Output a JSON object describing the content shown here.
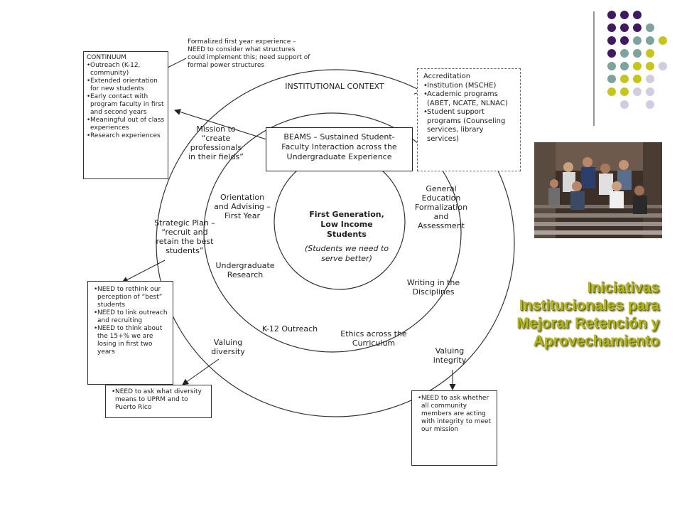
{
  "title_lines": [
    "Iniciativas",
    "Institucionales para",
    "Mejorar Retención y",
    "Aprovechamiento"
  ],
  "colors": {
    "title": "#b3b819",
    "dot_purple": "#3f1a5e",
    "dot_teal": "#7ea39f",
    "dot_yellow": "#c4c51d",
    "dot_lavender": "#d0cde3"
  },
  "diagram": {
    "institutional_context": "INSTITUTIONAL CONTEXT",
    "beams": "BEAMS – Sustained Student-Faculty Interaction across the Undergraduate Experience",
    "center_title": "First Generation, Low Income Students",
    "center_sub": "(Students we need to serve better)",
    "mission": "Mission to “create professionals in their fields”",
    "strategic": "Strategic Plan – “recruit and retain the best students”",
    "valuing_diversity": "Valuing diversity",
    "valuing_integrity": "Valuing integrity",
    "inner": {
      "orientation": "Orientation and Advising – First Year",
      "research": "Undergraduate Research",
      "k12": "K-12 Outreach",
      "ethics": "Ethics across the Curriculum",
      "writing": "Writing in the Disciplines",
      "gened": "General Education Formalization and Assessment"
    }
  },
  "first_year_note": "Formalized first year experience – NEED to consider what structures could implement this; need support of formal power structures",
  "continuum": {
    "title": "CONTINUUM",
    "items": [
      "Outreach (K-12, community)",
      "Extended orientation for new students",
      "Early contact with program faculty in first and second years",
      "Meaningful out of class experiences",
      "Research experiences"
    ]
  },
  "accreditation": {
    "title": "Accreditation",
    "items": [
      "Institution (MSCHE)",
      "Academic programs (ABET, NCATE, NLNAC)",
      "Student support programs (Counseling services, library services)"
    ]
  },
  "need_best": [
    "NEED to rethink our perception of “best” students",
    "NEED to link outreach and recruiting",
    "NEED to think about the 15+% we are losing in first two years"
  ],
  "need_diversity": "NEED to ask what diversity means to UPRM and to Puerto Rico",
  "need_integrity": "NEED to ask whether all community members are acting with integrity to meet our mission",
  "photo_alt": "students sitting on steps"
}
